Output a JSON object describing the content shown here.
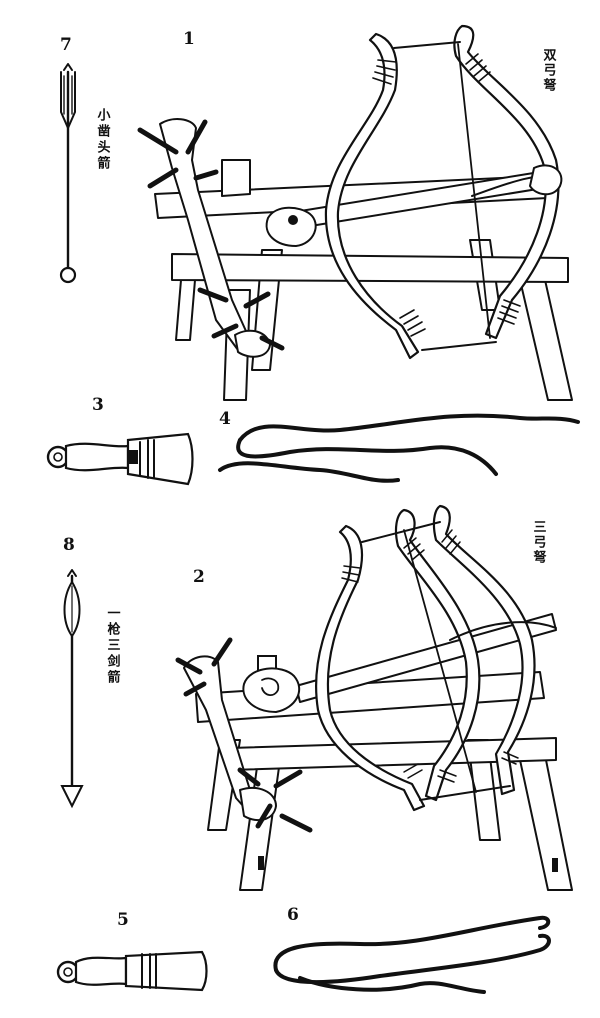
{
  "plate": {
    "figures": [
      {
        "number": "1",
        "caption": "双弓弩"
      },
      {
        "number": "2",
        "caption": "三弓弩"
      },
      {
        "number": "3",
        "caption": ""
      },
      {
        "number": "4",
        "caption": ""
      },
      {
        "number": "5",
        "caption": ""
      },
      {
        "number": "6",
        "caption": ""
      },
      {
        "number": "7",
        "caption": "小凿头箭"
      },
      {
        "number": "8",
        "caption": "一枪三剑箭"
      }
    ]
  }
}
